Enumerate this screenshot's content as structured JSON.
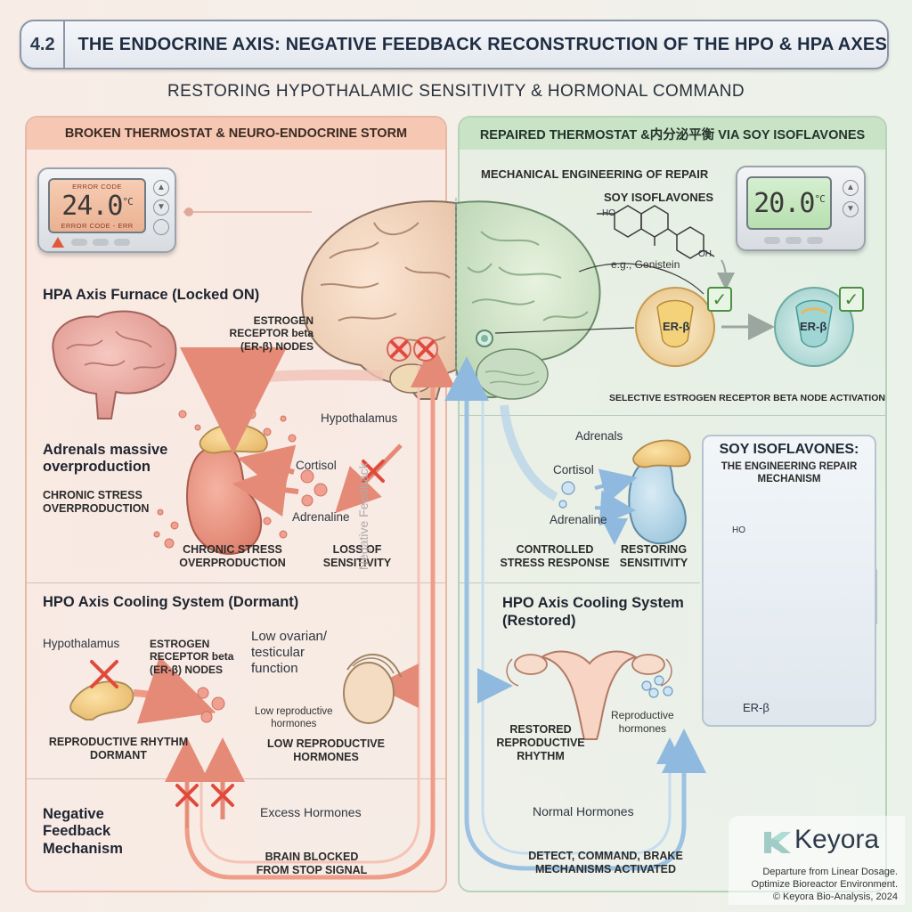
{
  "title": {
    "number": "4.2",
    "text": "THE ENDOCRINE AXIS: NEGATIVE FEEDBACK RECONSTRUCTION OF THE HPO & HPA AXES"
  },
  "subtitle": "RESTORING HYPOTHALAMIC SENSITIVITY & HORMONAL COMMAND",
  "left": {
    "header": "BROKEN THERMOSTAT & NEURO-ENDOCRINE STORM",
    "thermostat": {
      "error_top": "ERROR CODE",
      "temp": "24.0",
      "unit": "°C",
      "error_bottom": "ERROR CODE - ERR"
    },
    "hpa_title": "HPA Axis Furnace (Locked ON)",
    "er_nodes": "ESTROGEN\nRECEPTOR beta\n(ER-β) NODES",
    "hypothalamus": "Hypothalamus",
    "adrenals_massive": "Adrenals massive\noverproduction",
    "chronic_1": "CHRONIC STRESS\nOVERPRODUCTION",
    "cortisol": "Cortisol",
    "adrenaline": "Adrenaline",
    "chronic_2": "CHRONIC STRESS\nOVERPRODUCTION",
    "loss_sensitivity": "LOSS OF\nSENSITIVITY",
    "negative_feedback": "Negative Feedback",
    "hpo_title": "HPO Axis Cooling System (Dormant)",
    "hpo_hypothalamus": "Hypothalamus",
    "hpo_er_nodes": "ESTROGEN\nRECEPTOR beta\n(ER-β) NODES",
    "low_function": "Low ovarian/\ntesticular\nfunction",
    "low_repro_small": "Low reproductive\nhormones",
    "repro_dormant": "REPRODUCTIVE RHYTHM\nDORMANT",
    "low_repro_caps": "LOW REPRODUCTIVE\nHORMONES",
    "neg_mech": "Negative\nFeedback\nMechanism",
    "excess": "Excess Hormones",
    "brain_blocked": "BRAIN BLOCKED\nFROM STOP SIGNAL"
  },
  "right": {
    "header": "REPAIRED THERMOSTAT &内分泌平衡 VIA SOY ISOFLAVONES",
    "mech_title": "MECHANICAL ENGINEERING OF REPAIR",
    "soy_label": "SOY ISOFLAVONES",
    "ho": "HO",
    "oh": "OH",
    "genistein": "e.g., Genistein",
    "thermostat": {
      "temp": "20.0",
      "unit": "°C"
    },
    "er_beta_1": "ER-β",
    "er_beta_2": "ER-β",
    "selective": "SELECTIVE ESTROGEN RECEPTOR BETA NODE ACTIVATION",
    "adrenals": "Adrenals",
    "cortisol": "Cortisol",
    "adrenaline": "Adrenaline",
    "controlled": "CONTROLLED\nSTRESS RESPONSE",
    "restoring": "RESTORING\nSENSITIVITY",
    "hpo_title": "HPO Axis Cooling System\n(Restored)",
    "restored_rhythm": "RESTORED\nREPRODUCTIVE\nRHYTHM",
    "repro_hormones": "Reproductive\nhormones",
    "normal": "Normal Hormones",
    "detect": "DETECT, COMMAND, BRAKE\nMECHANISMS ACTIVATED"
  },
  "repair_box": {
    "title": "SOY ISOFLAVONES:",
    "subtitle": "THE ENGINEERING REPAIR\nMECHANISM",
    "ho": "HO",
    "er_beta": "ER-β"
  },
  "brand": {
    "logo": "Keyora",
    "line1": "Departure from Linear Dosage.",
    "line2": "Optimize Bioreactor Environment.",
    "line3": "© Keyora Bio-Analysis, 2024"
  },
  "colors": {
    "left_accent": "#e9a58d",
    "right_accent": "#8fc08c",
    "arrow_red": "#e58a76",
    "arrow_blue": "#8fb9de",
    "cross_red": "#e04a3a",
    "check_green": "#3d8a34"
  }
}
